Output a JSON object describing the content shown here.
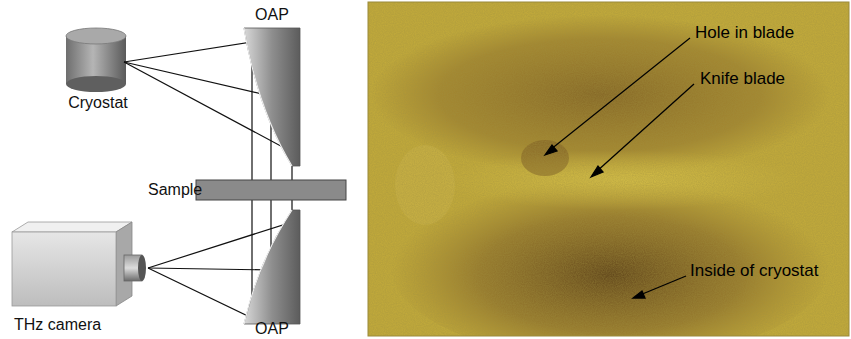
{
  "diagram": {
    "labels": [
      "OAP",
      "Cryostat",
      "Sample",
      "THz camera",
      "OAP",
      "Hole in blade",
      "Knife blade",
      "Inside of cryostat"
    ]
  }
}
